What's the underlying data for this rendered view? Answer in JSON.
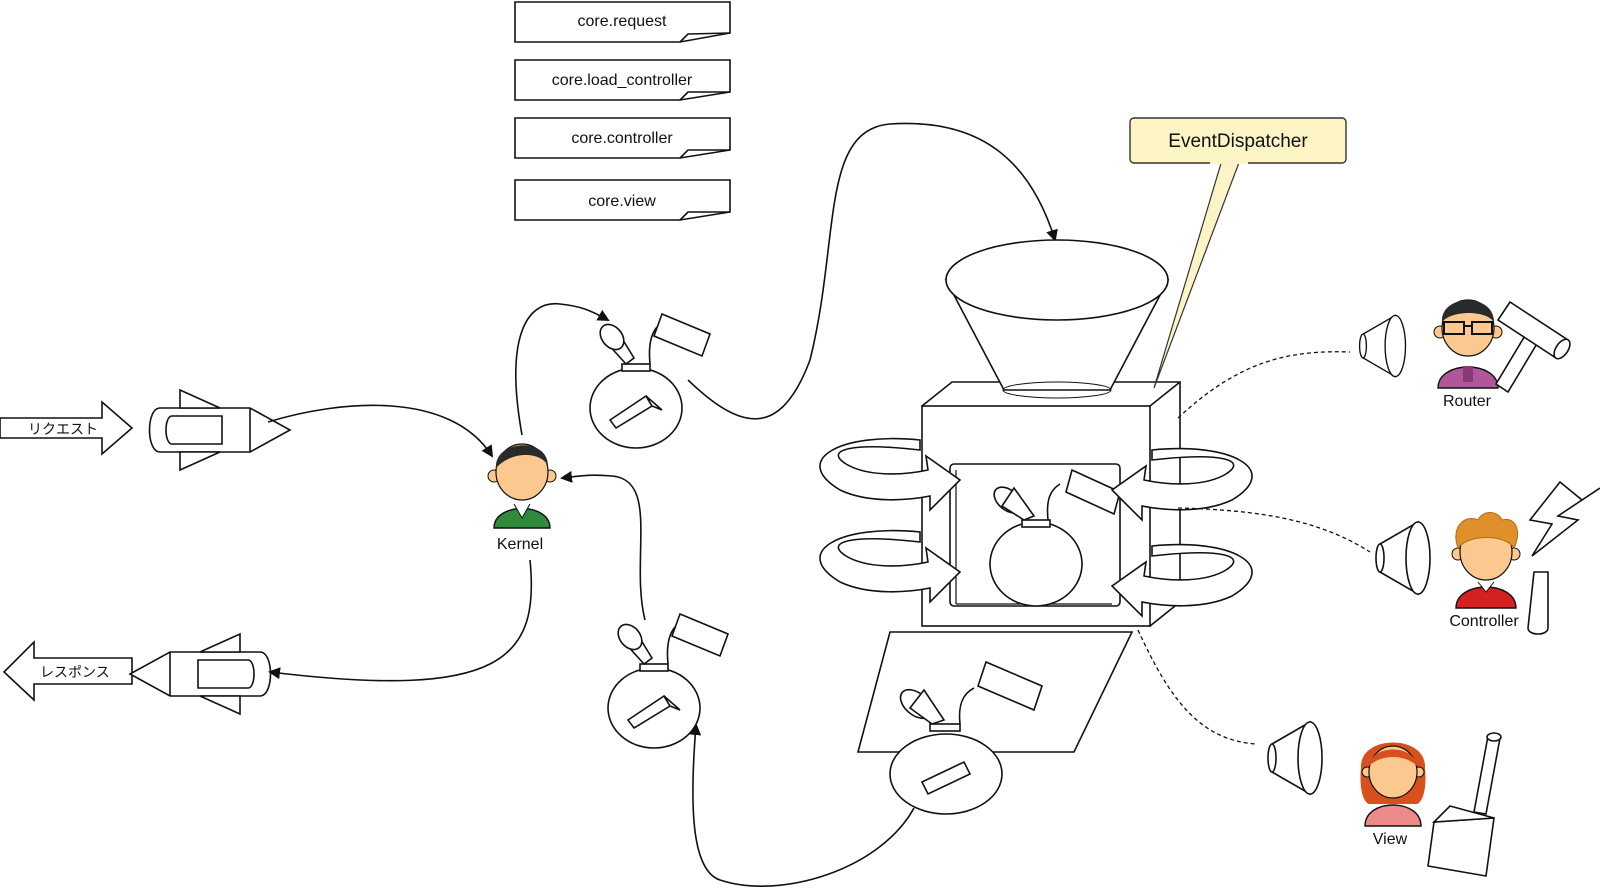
{
  "events": [
    "core.request",
    "core.load_controller",
    "core.controller",
    "core.view"
  ],
  "dispatcher_label": "EventDispatcher",
  "io": {
    "request_label": "リクエスト",
    "response_label": "レスポンス"
  },
  "actors": {
    "kernel": "Kernel",
    "router": "Router",
    "controller": "Controller",
    "view": "View"
  },
  "colors": {
    "callout_fill": "#fcf4c4",
    "callout_stroke": "#333333",
    "kernel_shirt": "#2f8a3c",
    "router_shirt": "#b0569a",
    "controller_shirt": "#d42020",
    "controller_hair": "#e0902a",
    "view_shirt": "#ec8a8a",
    "view_hair": "#d9501f",
    "skin": "#fbc88f",
    "hair_dark": "#2a2a2a"
  }
}
